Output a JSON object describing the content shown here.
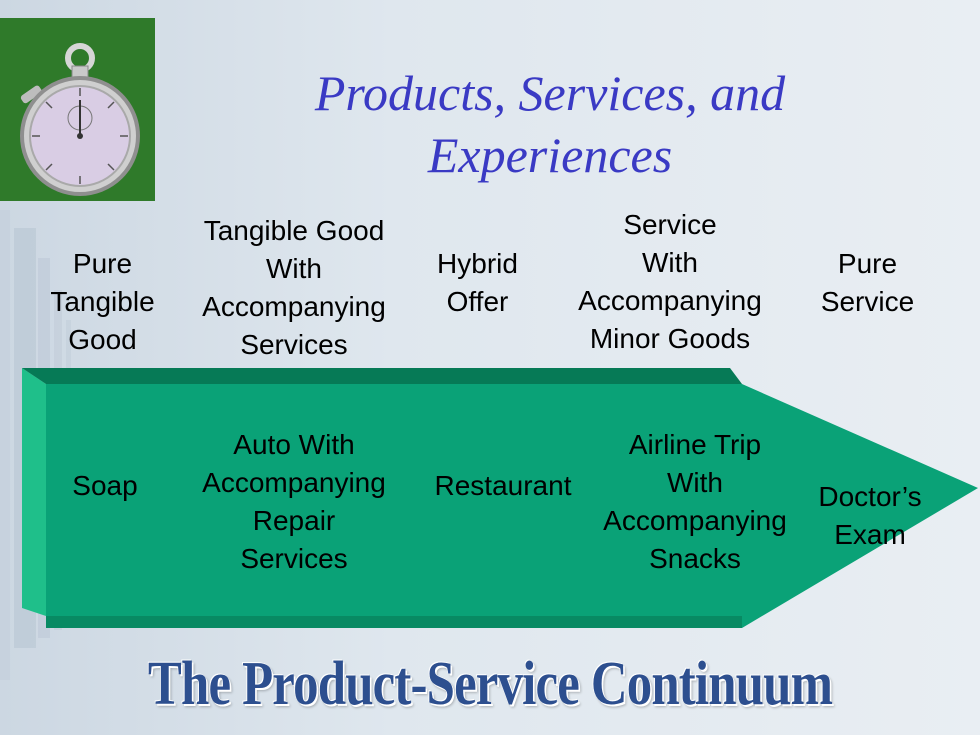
{
  "title": "Products, Services, and Experiences",
  "footer": "The Product-Service Continuum",
  "icon": "stopwatch-icon",
  "colors": {
    "title": "#3a3ac4",
    "arrow_face": "#0aa277",
    "arrow_top": "#067a56",
    "arrow_left": "#1fbf8a",
    "footer": "#2d4f8f",
    "watch_bg": "#2f7a2a"
  },
  "categories": [
    {
      "lines": [
        "Pure",
        "Tangible",
        "Good"
      ]
    },
    {
      "lines": [
        "Tangible Good",
        "With",
        "Accompanying",
        "Services"
      ]
    },
    {
      "lines": [
        "Hybrid",
        "Offer"
      ]
    },
    {
      "lines": [
        "Service",
        "With",
        "Accompanying",
        "Minor Goods"
      ]
    },
    {
      "lines": [
        "Pure",
        "Service"
      ]
    }
  ],
  "examples": [
    {
      "lines": [
        "Soap"
      ]
    },
    {
      "lines": [
        "Auto With",
        "Accompanying",
        "Repair",
        "Services"
      ]
    },
    {
      "lines": [
        "Restaurant"
      ]
    },
    {
      "lines": [
        "Airline Trip",
        "With",
        "Accompanying",
        "Snacks"
      ]
    },
    {
      "lines": [
        "Doctor’s",
        "Exam"
      ]
    }
  ]
}
